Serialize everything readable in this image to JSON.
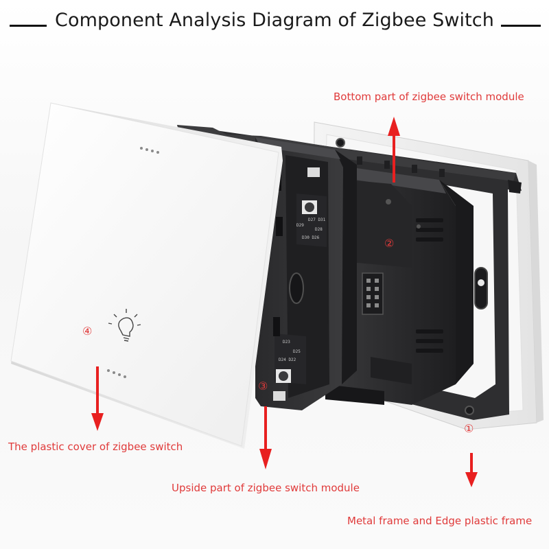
{
  "title": "Component Analysis Diagram of Zigbee Switch",
  "colors": {
    "label_red": "#e03a3a",
    "arrow_red": "#e82020",
    "module_dark": "#2b2b2d",
    "cover_white": "#fbfbfb"
  },
  "labels": {
    "bottom_module": "Bottom part of zigbee switch module",
    "plastic_cover": "The plastic cover of zigbee switch",
    "upside_module": "Upside part of zigbee switch module",
    "metal_frame": "Metal frame and Edge plastic frame"
  },
  "markers": {
    "m1": "①",
    "m2": "②",
    "m3": "③",
    "m4": "④"
  },
  "pcb_labels": {
    "top_a": "D27 D31",
    "top_b": "D29",
    "top_c": "D28",
    "top_d": "D30 D26",
    "bottom_a": "D23",
    "bottom_b": "D25",
    "bottom_c": "D24 D22"
  },
  "icons": [
    "light-bulb-icon",
    "indicator-dots",
    "down-arrow",
    "up-arrow"
  ]
}
